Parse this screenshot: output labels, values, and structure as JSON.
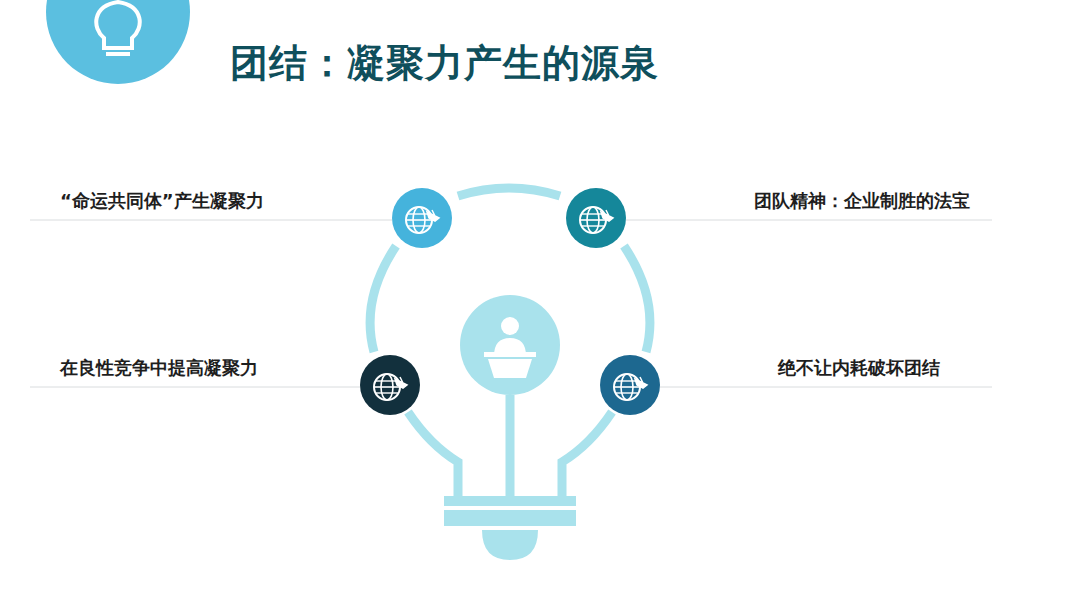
{
  "diagram": {
    "title": "团结：凝聚力产生的源泉",
    "labels": [
      "“命运共同体”产生凝聚力",
      "团队精神：企业制胜的法宝",
      "在良性竞争中提高凝聚力",
      "绝不让内耗破坏团结"
    ]
  }
}
